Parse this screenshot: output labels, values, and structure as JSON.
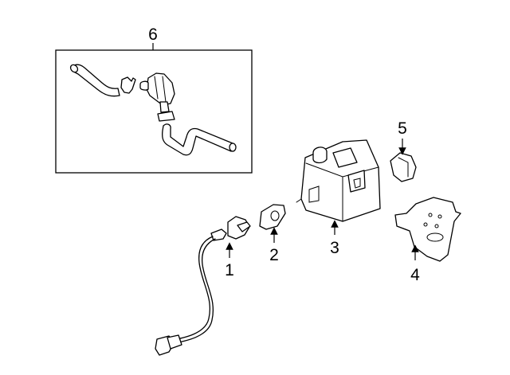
{
  "diagram": {
    "callouts": [
      {
        "number": "1",
        "part": "oxygen-sensor"
      },
      {
        "number": "2",
        "part": "gasket"
      },
      {
        "number": "3",
        "part": "vapor-canister"
      },
      {
        "number": "4",
        "part": "bracket"
      },
      {
        "number": "5",
        "part": "vacuum-switching-valve"
      },
      {
        "number": "6",
        "part": "hose-kit"
      }
    ]
  }
}
